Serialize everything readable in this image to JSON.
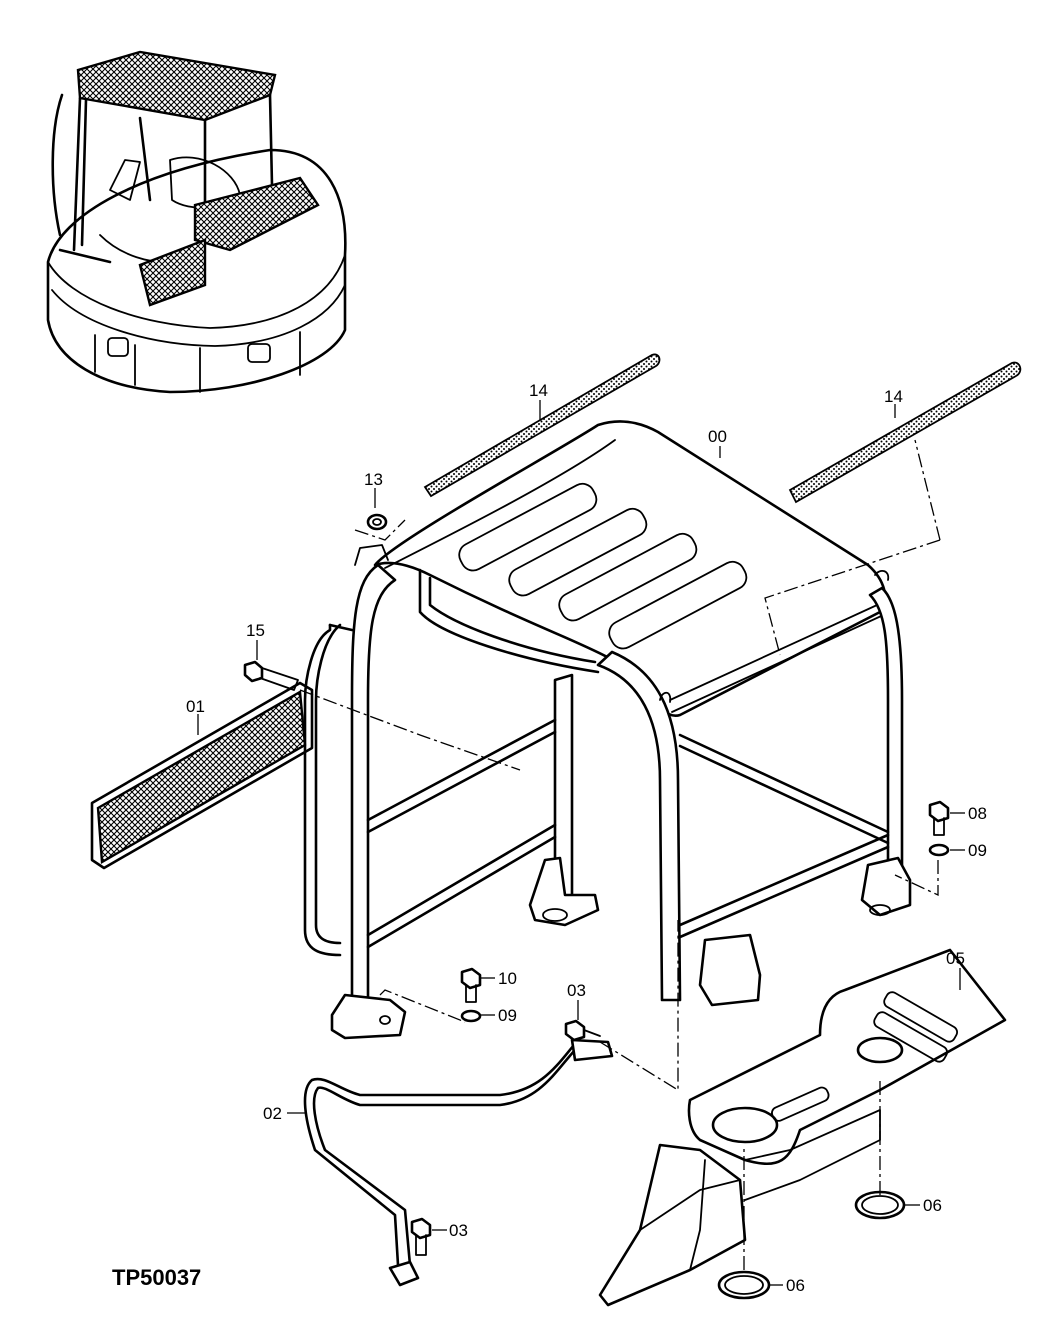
{
  "drawing": {
    "number": "TP50037"
  },
  "callouts": [
    {
      "id": "00",
      "label": "00"
    },
    {
      "id": "01",
      "label": "01"
    },
    {
      "id": "02",
      "label": "02"
    },
    {
      "id": "03a",
      "label": "03"
    },
    {
      "id": "03b",
      "label": "03"
    },
    {
      "id": "05",
      "label": "05"
    },
    {
      "id": "06a",
      "label": "06"
    },
    {
      "id": "06b",
      "label": "06"
    },
    {
      "id": "08",
      "label": "08"
    },
    {
      "id": "09a",
      "label": "09"
    },
    {
      "id": "09b",
      "label": "09"
    },
    {
      "id": "10",
      "label": "10"
    },
    {
      "id": "13",
      "label": "13"
    },
    {
      "id": "14a",
      "label": "14"
    },
    {
      "id": "14b",
      "label": "14"
    },
    {
      "id": "15",
      "label": "15"
    }
  ]
}
